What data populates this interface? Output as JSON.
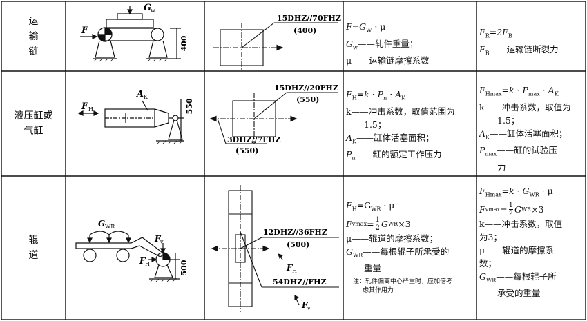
{
  "rows": [
    {
      "name_lines": [
        "运",
        "输",
        "链"
      ],
      "fig_labels": {
        "load": "G",
        "load_sub": "w",
        "force": "F",
        "height": "400"
      },
      "spec_top": "15DHZ∕∕70FHZ",
      "spec_top_sub": "(400)",
      "formula_lines": [
        "F=G",
        "W",
        " · μ",
        "G",
        "w",
        "——轧件重量；",
        "μ——运输链摩擦系数"
      ],
      "max_lines": [
        "F",
        "R",
        "=2F",
        "B",
        "F",
        "B",
        "——运输链断裂力"
      ]
    },
    {
      "name_lines": [
        "液压缸或",
        "气缸"
      ],
      "fig_labels": {
        "area": "A",
        "area_sub": "K",
        "force": "F",
        "force_sub": "H",
        "height": "550"
      },
      "spec_top": "15DHZ∕∕20FHZ",
      "spec_top_sub": "(550)",
      "spec_bottom": "3DHZ∕∕7FHZ",
      "spec_bottom_sub": "(550)",
      "formula": {
        "l1": "F",
        "l1s": "H",
        "l1b": "=k · P",
        "l1c": "n",
        "l1d": " · A",
        "l1e": "K",
        "l2": "k——冲击系数，取值范围为",
        "l3": "1.5；",
        "l4a": "A",
        "l4b": "K",
        "l4c": "——缸体活塞面积；",
        "l5a": "P",
        "l5b": "n",
        "l5c": "——缸的额定工作压力"
      },
      "max": {
        "l1": "F",
        "l1s": "Hmax",
        "l1b": "=k · P",
        "l1c": "max",
        "l1d": " · A",
        "l1e": "K",
        "l2": "k——冲击系数，取值为",
        "l3": "1.5；",
        "l4a": "A",
        "l4b": "K",
        "l4c": "——缸体活塞面积；",
        "l5a": "P",
        "l5b": "max",
        "l5c": "——缸的试验压",
        "l6": "力"
      }
    },
    {
      "name_lines": [
        "辊",
        "道"
      ],
      "fig_labels": {
        "load": "G",
        "load_sub": "WR",
        "fv": "F",
        "fv_sub": "v",
        "fh": "F",
        "fh_sub": "H",
        "height": "500"
      },
      "spec_top": "12DHZ∕∕36FHZ",
      "spec_top_sub": "(500)",
      "spec_bottom": "54DHZ∕∕FHZ",
      "fh_label": "F",
      "fh_label_sub": "H",
      "fv_label": "F",
      "fv_label_sub": "v",
      "formula": {
        "l1a": "F",
        "l1b": "H",
        "l1c": "=G",
        "l1d": "WR",
        "l1e": " · μ",
        "l2a": "F",
        "l2b": "vmax",
        "l2c": "=",
        "l2n": "1",
        "l2d": "2",
        "l2e": "G",
        "l2f": "WR",
        "l2g": "×3",
        "l3": "μ——辊道的摩擦系数；",
        "l4a": "G",
        "l4b": "WR",
        "l4c": "——每根辊子所承受的",
        "l5": "重量",
        "note1": "注：轧件偏离中心严重时，应加倍考",
        "note2": "虑其作用力"
      },
      "max": {
        "l1a": "F",
        "l1b": "Hmax",
        "l1c": "=k · G",
        "l1d": "WR",
        "l1e": " · μ",
        "l2a": "F",
        "l2b": "vmax",
        "l2c": "=",
        "l2n": "1",
        "l2d": "2",
        "l2e": "G",
        "l2f": "WR",
        "l2g": "×3",
        "l3": "k——冲击系数，取值",
        "l4": "为3；",
        "l5": "μ——辊道的摩擦系",
        "l6": "数；",
        "l7a": "G",
        "l7b": "WR",
        "l7c": "——每根辊子所",
        "l8": "承受的重量"
      }
    }
  ]
}
